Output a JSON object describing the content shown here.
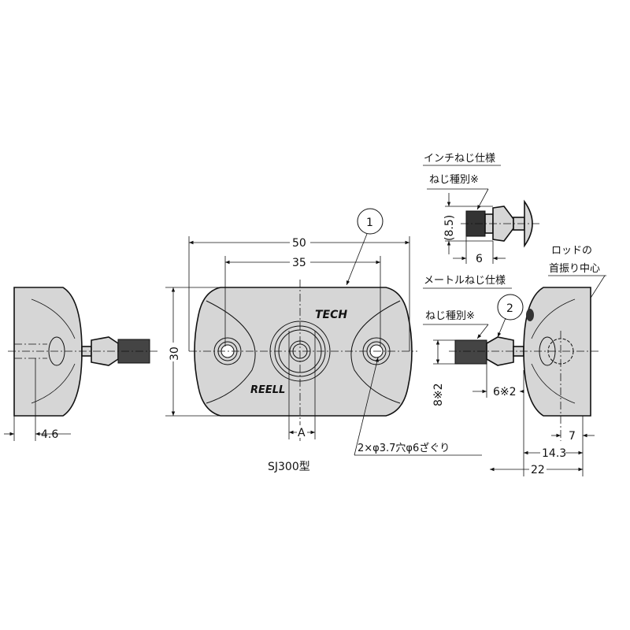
{
  "title": "SJ300型",
  "callouts": {
    "part1": "1",
    "part2": "2"
  },
  "dimensions": {
    "width_total": "50",
    "hole_pitch": "35",
    "height": "30",
    "a_label": "A",
    "side_offset": "4.6",
    "inch_thread_dia": "(8.5)",
    "inch_thread_len": "6",
    "metric_thread_dia": "8※2",
    "metric_thread_len": "6※2",
    "pivot_offset": "7",
    "pivot_distance": "14.3",
    "overall_depth": "22"
  },
  "notes": {
    "hole_spec": "2×φ3.7穴φ6ざぐり",
    "inch_spec": "インチねじ仕様",
    "metric_spec": "メートルねじ仕様",
    "thread_type_inch": "ねじ種別※",
    "thread_type_metric": "ねじ種別※",
    "rod_pivot_line1": "ロッドの",
    "rod_pivot_line2": "首振り中心"
  },
  "logos": [
    "TECH",
    "REELL"
  ],
  "colors": {
    "body": "#d6d6d6",
    "line": "#111111"
  }
}
